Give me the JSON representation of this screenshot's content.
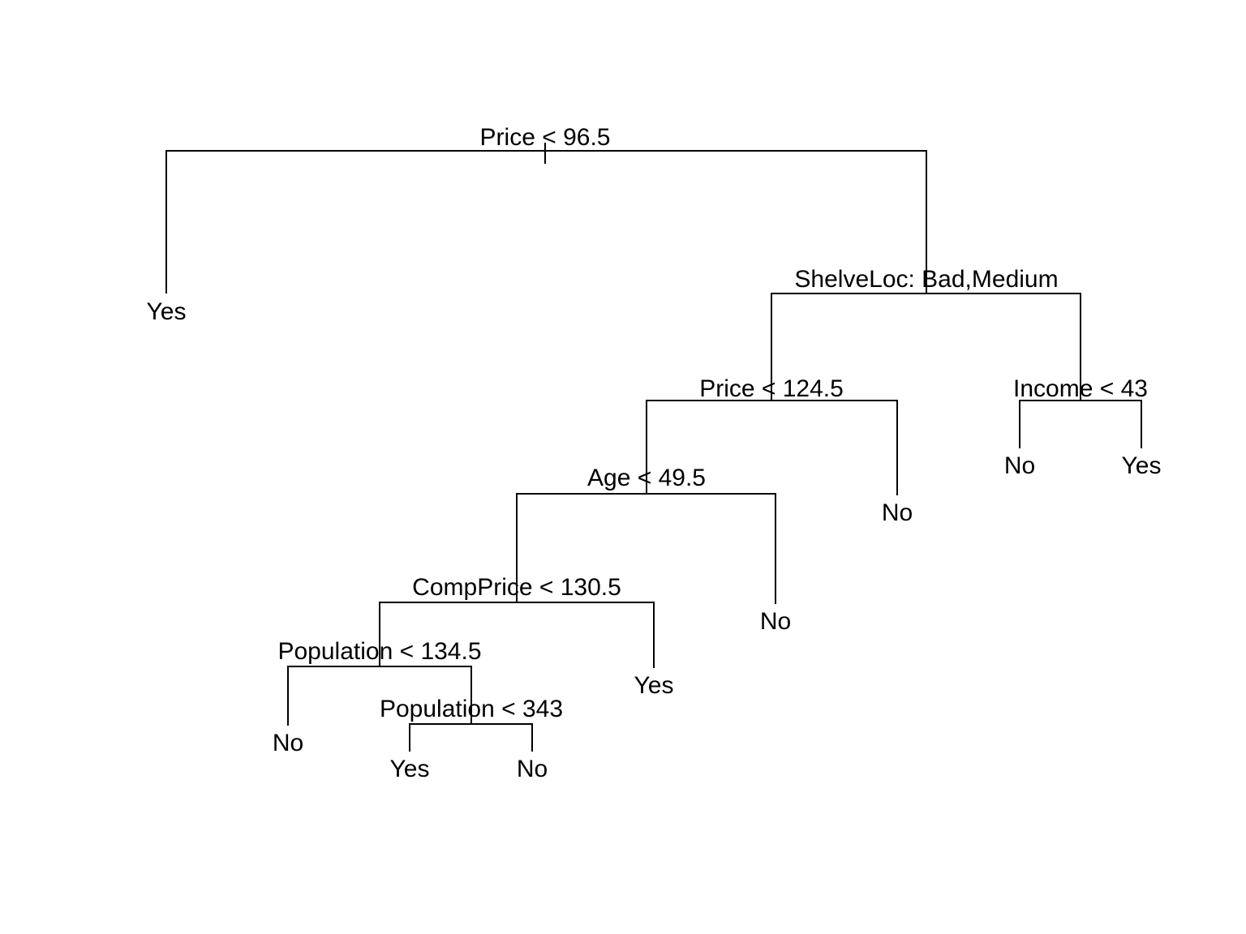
{
  "tree": {
    "root": {
      "split": "Price < 96.5",
      "left": {
        "leaf": "Yes"
      },
      "right": {
        "split": "ShelveLoc: Bad,Medium",
        "left": {
          "split": "Price < 124.5",
          "left": {
            "split": "Age < 49.5",
            "left": {
              "split": "CompPrice < 130.5",
              "left": {
                "split": "Population < 134.5",
                "left": {
                  "leaf": "No"
                },
                "right": {
                  "split": "Population < 343",
                  "left": {
                    "leaf": "Yes"
                  },
                  "right": {
                    "leaf": "No"
                  }
                }
              },
              "right": {
                "leaf": "Yes"
              }
            },
            "right": {
              "leaf": "No"
            }
          },
          "right": {
            "leaf": "No"
          }
        },
        "right": {
          "split": "Income < 43",
          "left": {
            "leaf": "No"
          },
          "right": {
            "leaf": "Yes"
          }
        }
      }
    }
  },
  "colors": {
    "line": "#000000",
    "text": "#000000",
    "background": "#ffffff"
  }
}
